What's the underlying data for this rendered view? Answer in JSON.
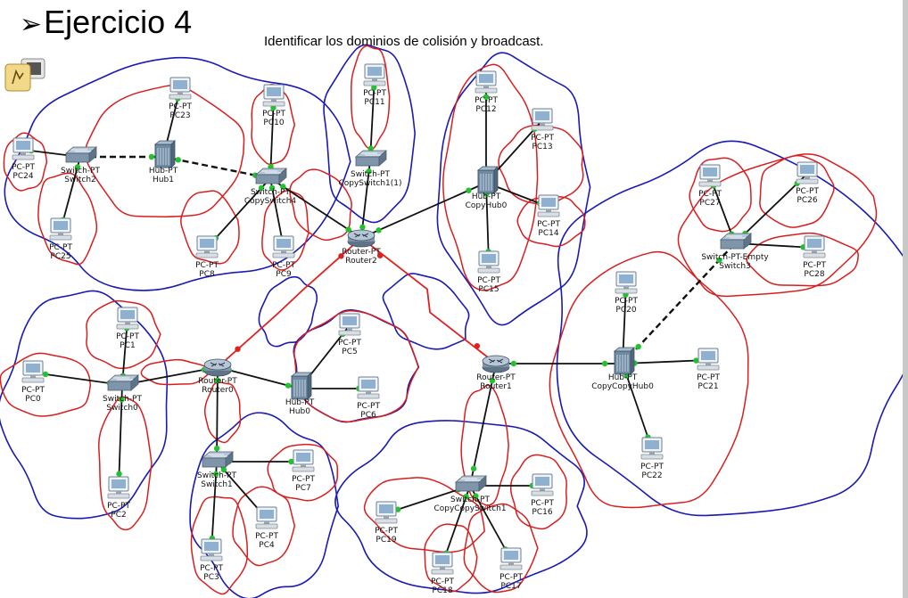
{
  "title": "Ejercicio 4",
  "bullet": "➢",
  "subtitle": "Identificar los dominios de colisión  y broadcast.",
  "devices": [
    {
      "id": "pc24",
      "type": "pc",
      "t": "PC-PT",
      "n": "PC24"
    },
    {
      "id": "sw2",
      "type": "switch",
      "t": "Switch-PT",
      "n": "Switch2"
    },
    {
      "id": "pc25",
      "type": "pc",
      "t": "PC-PT",
      "n": "PC25"
    },
    {
      "id": "hub1",
      "type": "hub",
      "t": "Hub-PT",
      "n": "Hub1"
    },
    {
      "id": "pc23",
      "type": "pc",
      "t": "PC-PT",
      "n": "PC23"
    },
    {
      "id": "cpsw4",
      "type": "switch",
      "t": "Switch-PT",
      "n": "CopySwitch4"
    },
    {
      "id": "pc10",
      "type": "pc",
      "t": "PC-PT",
      "n": "PC10"
    },
    {
      "id": "pc8",
      "type": "pc",
      "t": "PC-PT",
      "n": "PC8"
    },
    {
      "id": "pc9",
      "type": "pc",
      "t": "PC-PT",
      "n": "PC9"
    },
    {
      "id": "pc11",
      "type": "pc",
      "t": "PC-PT",
      "n": "PC11"
    },
    {
      "id": "cpsw11",
      "type": "switch",
      "t": "Switch-PT",
      "n": "CopySwitch1(1)"
    },
    {
      "id": "router2",
      "type": "router",
      "t": "Router-PT",
      "n": "Router2"
    },
    {
      "id": "pc12",
      "type": "pc",
      "t": "PC-PT",
      "n": "PC12"
    },
    {
      "id": "pc13",
      "type": "pc",
      "t": "PC-PT",
      "n": "PC13"
    },
    {
      "id": "cphub0",
      "type": "hub",
      "t": "Hub-PT",
      "n": "CopyHub0"
    },
    {
      "id": "pc14",
      "type": "pc",
      "t": "PC-PT",
      "n": "PC14"
    },
    {
      "id": "pc15",
      "type": "pc",
      "t": "PC-PT",
      "n": "PC15"
    },
    {
      "id": "pc27",
      "type": "pc",
      "t": "PC-PT",
      "n": "PC27"
    },
    {
      "id": "pc26",
      "type": "pc",
      "t": "PC-PT",
      "n": "PC26"
    },
    {
      "id": "sw3",
      "type": "switch",
      "t": "Switch-PT-Empty",
      "n": "Switch3"
    },
    {
      "id": "pc28",
      "type": "pc",
      "t": "PC-PT",
      "n": "PC28"
    },
    {
      "id": "pc1",
      "type": "pc",
      "t": "PC-PT",
      "n": "PC1"
    },
    {
      "id": "pc0",
      "type": "pc",
      "t": "PC-PT",
      "n": "PC0"
    },
    {
      "id": "sw0",
      "type": "switch",
      "t": "Switch-PT",
      "n": "Switch0"
    },
    {
      "id": "pc2",
      "type": "pc",
      "t": "PC-PT",
      "n": "PC2"
    },
    {
      "id": "router0",
      "type": "router",
      "t": "Router-PT",
      "n": "Router0"
    },
    {
      "id": "hub0",
      "type": "hub",
      "t": "Hub-PT",
      "n": "Hub0"
    },
    {
      "id": "pc5",
      "type": "pc",
      "t": "PC-PT",
      "n": "PC5"
    },
    {
      "id": "pc6",
      "type": "pc",
      "t": "PC-PT",
      "n": "PC6"
    },
    {
      "id": "router1",
      "type": "router",
      "t": "Router-PT",
      "n": "Router1"
    },
    {
      "id": "pc20",
      "type": "pc",
      "t": "PC-PT",
      "n": "PC20"
    },
    {
      "id": "cpcphub0",
      "type": "hub",
      "t": "Hub-PT",
      "n": "CopyCopyHub0"
    },
    {
      "id": "pc21",
      "type": "pc",
      "t": "PC-PT",
      "n": "PC21"
    },
    {
      "id": "pc22",
      "type": "pc",
      "t": "PC-PT",
      "n": "PC22"
    },
    {
      "id": "sw1",
      "type": "switch",
      "t": "Switch-PT",
      "n": "Switch1"
    },
    {
      "id": "pc7",
      "type": "pc",
      "t": "PC-PT",
      "n": "PC7"
    },
    {
      "id": "pc4",
      "type": "pc",
      "t": "PC-PT",
      "n": "PC4"
    },
    {
      "id": "pc3",
      "type": "pc",
      "t": "PC-PT",
      "n": "PC3"
    },
    {
      "id": "cpcpsw1",
      "type": "switch",
      "t": "Switch-PT",
      "n": "CopyCopySwitch1"
    },
    {
      "id": "pc16",
      "type": "pc",
      "t": "PC-PT",
      "n": "PC16"
    },
    {
      "id": "pc19",
      "type": "pc",
      "t": "PC-PT",
      "n": "PC19"
    },
    {
      "id": "pc18",
      "type": "pc",
      "t": "PC-PT",
      "n": "PC18"
    },
    {
      "id": "pc17",
      "type": "pc",
      "t": "PC-PT",
      "n": "PC17"
    }
  ],
  "links": [
    {
      "a": "pc24",
      "b": "sw2",
      "style": "solid"
    },
    {
      "a": "pc25",
      "b": "sw2",
      "style": "solid"
    },
    {
      "a": "sw2",
      "b": "hub1",
      "style": "dashed"
    },
    {
      "a": "pc23",
      "b": "hub1",
      "style": "solid"
    },
    {
      "a": "hub1",
      "b": "cpsw4",
      "style": "dashed"
    },
    {
      "a": "pc10",
      "b": "cpsw4",
      "style": "solid"
    },
    {
      "a": "pc8",
      "b": "cpsw4",
      "style": "solid"
    },
    {
      "a": "pc9",
      "b": "cpsw4",
      "style": "solid"
    },
    {
      "a": "cpsw4",
      "b": "router2",
      "style": "solid"
    },
    {
      "a": "pc11",
      "b": "cpsw11",
      "style": "solid"
    },
    {
      "a": "cpsw11",
      "b": "router2",
      "style": "solid"
    },
    {
      "a": "router2",
      "b": "cphub0",
      "style": "solid"
    },
    {
      "a": "pc12",
      "b": "cphub0",
      "style": "solid"
    },
    {
      "a": "pc13",
      "b": "cphub0",
      "style": "solid"
    },
    {
      "a": "pc14",
      "b": "cphub0",
      "style": "solid"
    },
    {
      "a": "pc15",
      "b": "cphub0",
      "style": "solid"
    },
    {
      "a": "router2",
      "b": "router0",
      "style": "serial"
    },
    {
      "a": "router2",
      "b": "router1",
      "style": "serial"
    },
    {
      "a": "pc1",
      "b": "sw0",
      "style": "solid"
    },
    {
      "a": "pc0",
      "b": "sw0",
      "style": "solid"
    },
    {
      "a": "pc2",
      "b": "sw0",
      "style": "solid"
    },
    {
      "a": "sw0",
      "b": "router0",
      "style": "solid"
    },
    {
      "a": "router0",
      "b": "hub0",
      "style": "solid"
    },
    {
      "a": "hub0",
      "b": "pc5",
      "style": "solid"
    },
    {
      "a": "hub0",
      "b": "pc6",
      "style": "solid"
    },
    {
      "a": "router0",
      "b": "sw1",
      "style": "solid"
    },
    {
      "a": "sw1",
      "b": "pc7",
      "style": "solid"
    },
    {
      "a": "sw1",
      "b": "pc4",
      "style": "solid"
    },
    {
      "a": "sw1",
      "b": "pc3",
      "style": "solid"
    },
    {
      "a": "router1",
      "b": "cpcphub0",
      "style": "solid"
    },
    {
      "a": "pc20",
      "b": "cpcphub0",
      "style": "solid"
    },
    {
      "a": "pc21",
      "b": "cpcphub0",
      "style": "solid"
    },
    {
      "a": "pc22",
      "b": "cpcphub0",
      "style": "solid"
    },
    {
      "a": "cpcphub0",
      "b": "sw3",
      "style": "dashed"
    },
    {
      "a": "sw3",
      "b": "pc27",
      "style": "solid"
    },
    {
      "a": "sw3",
      "b": "pc26",
      "style": "solid"
    },
    {
      "a": "sw3",
      "b": "pc28",
      "style": "solid"
    },
    {
      "a": "router1",
      "b": "cpcpsw1",
      "style": "solid"
    },
    {
      "a": "cpcpsw1",
      "b": "pc16",
      "style": "solid"
    },
    {
      "a": "cpcpsw1",
      "b": "pc19",
      "style": "solid"
    },
    {
      "a": "cpcpsw1",
      "b": "pc18",
      "style": "solid"
    },
    {
      "a": "cpcpsw1",
      "b": "pc17",
      "style": "solid"
    }
  ],
  "colors": {
    "collision": "#d81e1e",
    "broadcast": "#1a1ab4",
    "link": "#111111",
    "port_up": "#22c22e",
    "port_serial": "#e02020",
    "port_wait": "#f08020"
  }
}
